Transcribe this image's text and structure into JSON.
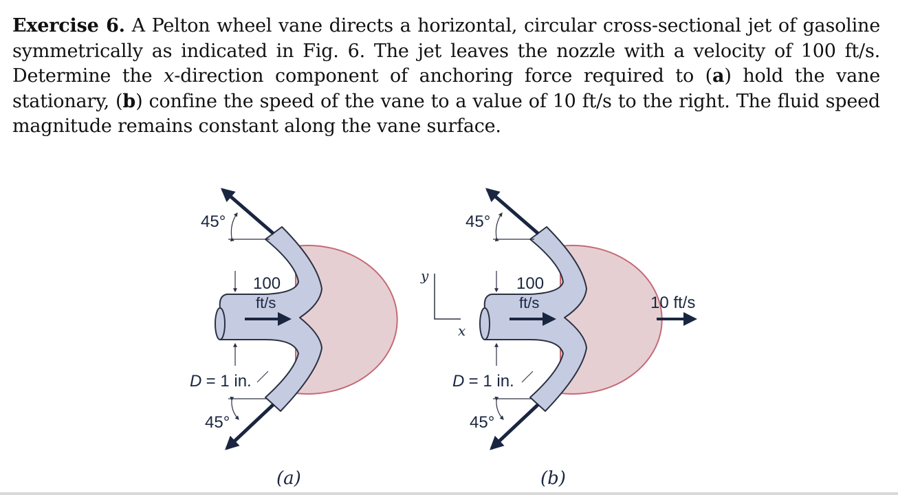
{
  "exercise": {
    "heading": "Exercise 6.",
    "text_1": " A Pelton wheel vane directs a horizontal, circular cross-sectional jet of gasoline symmetrically as indicated in Fig. 6. The jet leaves the nozzle with a velocity of 100 ft/s. Determine the ",
    "var_x": "x",
    "text_2": "-direction component of anchoring force required to (",
    "part_a": "a",
    "text_3": ") hold the vane stationary, (",
    "part_b": "b",
    "text_4": ") confine the speed of the vane to a value of 10 ft/s to the right. The fluid speed magnitude remains constant along the vane surface."
  },
  "figure": {
    "panel_a": {
      "angle_top": "45°",
      "angle_bottom": "45°",
      "velocity_value": "100",
      "velocity_unit": "ft/s",
      "diameter_var": "D",
      "diameter_rest": " = 1 in.",
      "caption": "(a)"
    },
    "panel_b": {
      "angle_top": "45°",
      "angle_bottom": "45°",
      "velocity_value": "100",
      "velocity_unit": "ft/s",
      "diameter_var": "D",
      "diameter_rest": " = 1 in.",
      "vane_speed": "10 ft/s",
      "axis_y": "y",
      "axis_x": "x",
      "caption": "(b)"
    }
  },
  "colors": {
    "jet_fill": "#c5cbe0",
    "jet_stroke": "#2b3042",
    "vane_fill": "#e6cfd2",
    "vane_stroke": "#c46a73",
    "arrow": "#1a2640"
  }
}
